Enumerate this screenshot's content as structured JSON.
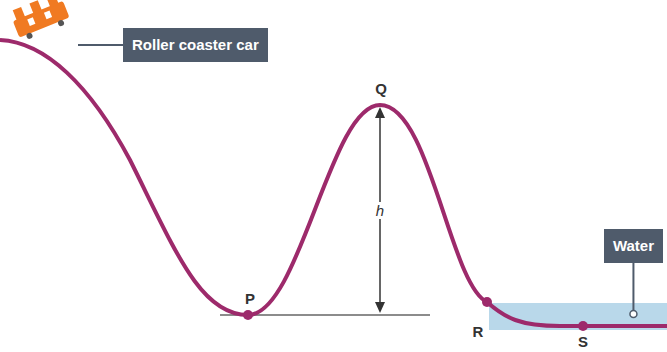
{
  "diagram": {
    "nodes": [
      {
        "text": [
          "Roller coaster car"
        ]
      },
      {
        "text": [
          "Water"
        ]
      }
    ],
    "labels": [
      "Q",
      "h",
      "P",
      "R",
      "S"
    ]
  }
}
